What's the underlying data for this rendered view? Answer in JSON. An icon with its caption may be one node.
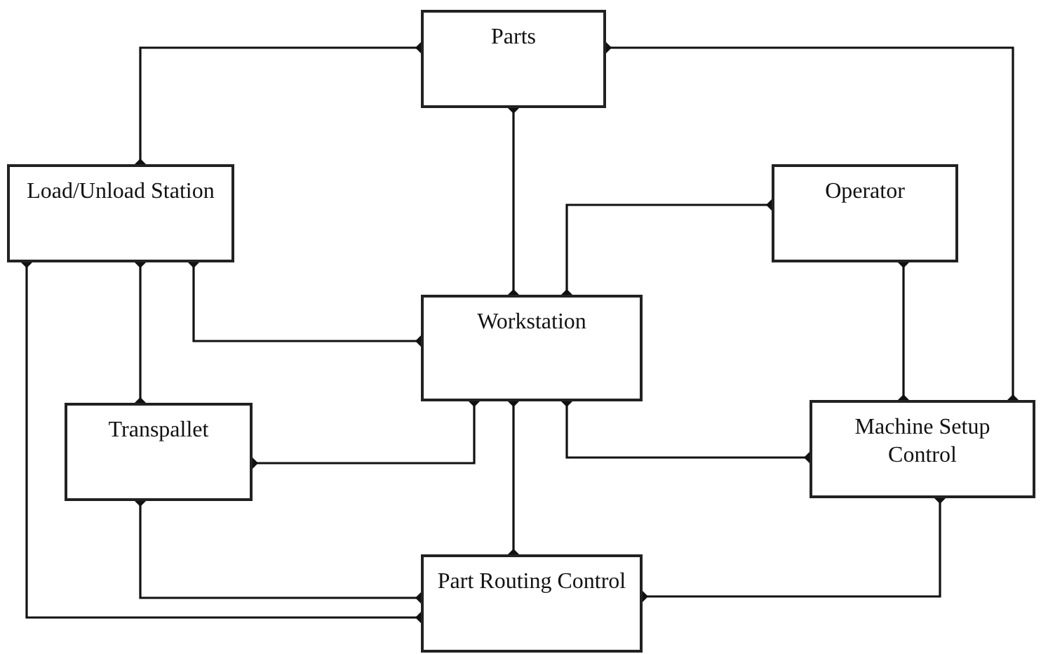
{
  "diagram": {
    "nodes": [
      {
        "text": [
          "Parts"
        ]
      },
      {
        "text": [
          "Load/Unload Station"
        ]
      },
      {
        "text": [
          "Operator"
        ]
      },
      {
        "text": [
          "Workstation"
        ]
      },
      {
        "text": [
          "Transpallet"
        ]
      },
      {
        "text": [
          "Machine Setup Control"
        ]
      },
      {
        "text": [
          "Part Routing Control"
        ]
      }
    ],
    "edges": [
      {
        "from": 0,
        "to": 1,
        "arrow": "other"
      },
      {
        "from": 0,
        "to": 5,
        "arrow": "other"
      },
      {
        "from": 0,
        "to": 3,
        "arrow": "other"
      },
      {
        "from": 2,
        "to": 3,
        "arrow": "other"
      },
      {
        "from": 2,
        "to": 5,
        "arrow": "other"
      },
      {
        "from": 1,
        "to": 3,
        "arrow": "other"
      },
      {
        "from": 1,
        "to": 4,
        "arrow": "other"
      },
      {
        "from": 1,
        "to": 6,
        "arrow": "other"
      },
      {
        "from": 4,
        "to": 3,
        "arrow": "other"
      },
      {
        "from": 3,
        "to": 6,
        "arrow": "other"
      },
      {
        "from": 3,
        "to": 5,
        "arrow": "other"
      },
      {
        "from": 4,
        "to": 6,
        "arrow": "other"
      },
      {
        "from": 5,
        "to": 6,
        "arrow": "other"
      }
    ]
  }
}
